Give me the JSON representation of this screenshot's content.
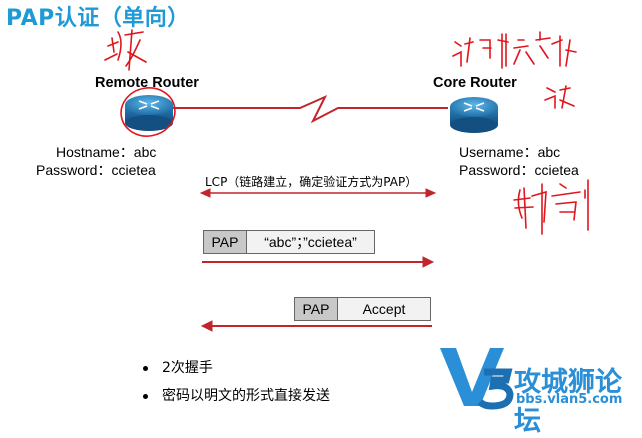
{
  "title": "PAP认证（单向）",
  "remote": {
    "label": "Remote Router",
    "hostname": "Hostname：abc",
    "password": "Password：ccietea"
  },
  "core": {
    "label": "Core Router",
    "username": "Username：abc",
    "password": "Password：ccietea"
  },
  "lcp_text": "LCP（链路建立，确定验证方式为PAP）",
  "pap_request": {
    "tag": "PAP",
    "content": "“abc”；”ccietea”"
  },
  "pap_reply": {
    "tag": "PAP",
    "content": "Accept"
  },
  "bullets": [
    "2次握手",
    "密码以明文的形式直接发送"
  ],
  "logo": {
    "brand": "攻城狮论坛",
    "url": "bbs.vlan5.com",
    "mark": "V5"
  },
  "colors": {
    "title": "#1e9ad6",
    "arrow": "#c0272d",
    "router": "#2b8fc9",
    "annotation": "#e0161d",
    "logo": "#2a8fd6"
  }
}
